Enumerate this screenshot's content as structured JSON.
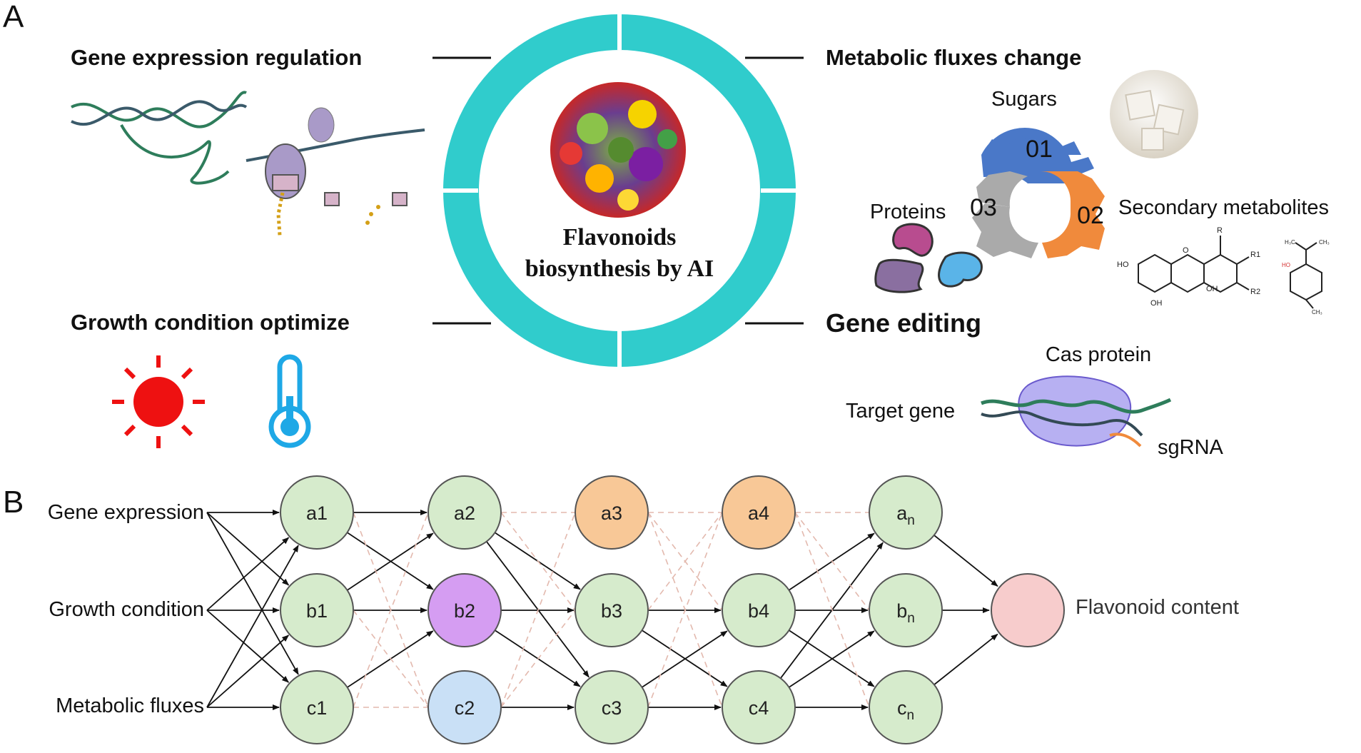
{
  "panels": {
    "a": "A",
    "b": "B"
  },
  "section_a": {
    "center_title_line1": "Flavonoids",
    "center_title_line2": "biosynthesis by AI",
    "top_left_heading": "Gene expression regulation",
    "top_right_heading": "Metabolic fluxes change",
    "bottom_left_heading": "Growth condition optimize",
    "bottom_right_heading": "Gene editing",
    "gear": {
      "n1": "01",
      "n2": "02",
      "n3": "03",
      "sugars": "Sugars",
      "secondary": "Secondary metabolites",
      "proteins": "Proteins"
    },
    "gene_editing": {
      "cas": "Cas protein",
      "target": "Target gene",
      "sgrna": "sgRNA"
    },
    "chem": {
      "oh1": "HO",
      "oh2": "OH",
      "oh3": "OH",
      "r": "R",
      "r1": "R1",
      "r2": "R2",
      "o": "O",
      "ho2": "HO",
      "ch3a": "H₃C",
      "ch3b": "CH₃",
      "ch3c": "CH₃"
    }
  },
  "section_b": {
    "inputs": [
      "Gene expression",
      "Growth condition",
      "Metabolic fluxes"
    ],
    "output": "Flavonoid content",
    "layers": [
      {
        "nodes": [
          {
            "sym": "a",
            "sub": "1",
            "color": "#d6ebcc"
          },
          {
            "sym": "b",
            "sub": "1",
            "color": "#d6ebcc"
          },
          {
            "sym": "c",
            "sub": "1",
            "color": "#d6ebcc"
          }
        ],
        "subscript": false
      },
      {
        "nodes": [
          {
            "sym": "a",
            "sub": "2",
            "color": "#d6ebcc"
          },
          {
            "sym": "b",
            "sub": "2",
            "color": "#d59df2"
          },
          {
            "sym": "c",
            "sub": "2",
            "color": "#c9e0f6"
          }
        ],
        "subscript": false
      },
      {
        "nodes": [
          {
            "sym": "a",
            "sub": "3",
            "color": "#f8c897"
          },
          {
            "sym": "b",
            "sub": "3",
            "color": "#d6ebcc"
          },
          {
            "sym": "c",
            "sub": "3",
            "color": "#d6ebcc"
          }
        ],
        "subscript": false
      },
      {
        "nodes": [
          {
            "sym": "a",
            "sub": "4",
            "color": "#f8c897"
          },
          {
            "sym": "b",
            "sub": "4",
            "color": "#d6ebcc"
          },
          {
            "sym": "c",
            "sub": "4",
            "color": "#d6ebcc"
          }
        ],
        "subscript": false
      },
      {
        "nodes": [
          {
            "sym": "a",
            "sub": "n",
            "color": "#d6ebcc"
          },
          {
            "sym": "b",
            "sub": "n",
            "color": "#d6ebcc"
          },
          {
            "sym": "c",
            "sub": "n",
            "color": "#d6ebcc"
          }
        ],
        "subscript": true
      }
    ],
    "output_color": "#f7cccc",
    "colors": {
      "ring": "#30cccc",
      "edge": "#111111",
      "dashed": "#e3b9ae",
      "sun": "#ee1111",
      "thermo": "#1ea8e6",
      "gear_blue": "#4a78c8",
      "gear_orange": "#f08a3c",
      "gear_gray": "#aaaaaa"
    }
  }
}
